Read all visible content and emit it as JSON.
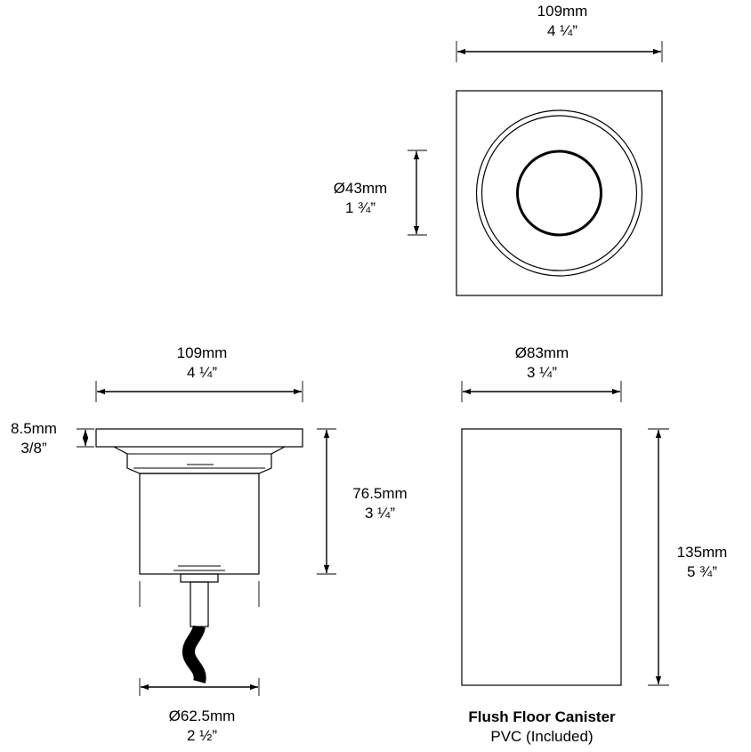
{
  "top_view": {
    "width_mm": "109mm",
    "width_in": "4 ¼”",
    "dia_mm": "Ø43mm",
    "dia_in": "1 ¾”"
  },
  "side_view": {
    "width_mm": "109mm",
    "width_in": "4 ¼”",
    "flange_mm": "8.5mm",
    "flange_in": "3/8”",
    "height_mm": "76.5mm",
    "height_in": "3 ¼”",
    "base_mm": "Ø62.5mm",
    "base_in": "2 ½”"
  },
  "canister": {
    "dia_mm": "Ø83mm",
    "dia_in": "3 ¼”",
    "height_mm": "135mm",
    "height_in": "5 ¾”",
    "title": "Flush Floor Canister",
    "subtitle": "PVC (Included)"
  },
  "colors": {
    "line": "#000000",
    "background": "#ffffff"
  }
}
